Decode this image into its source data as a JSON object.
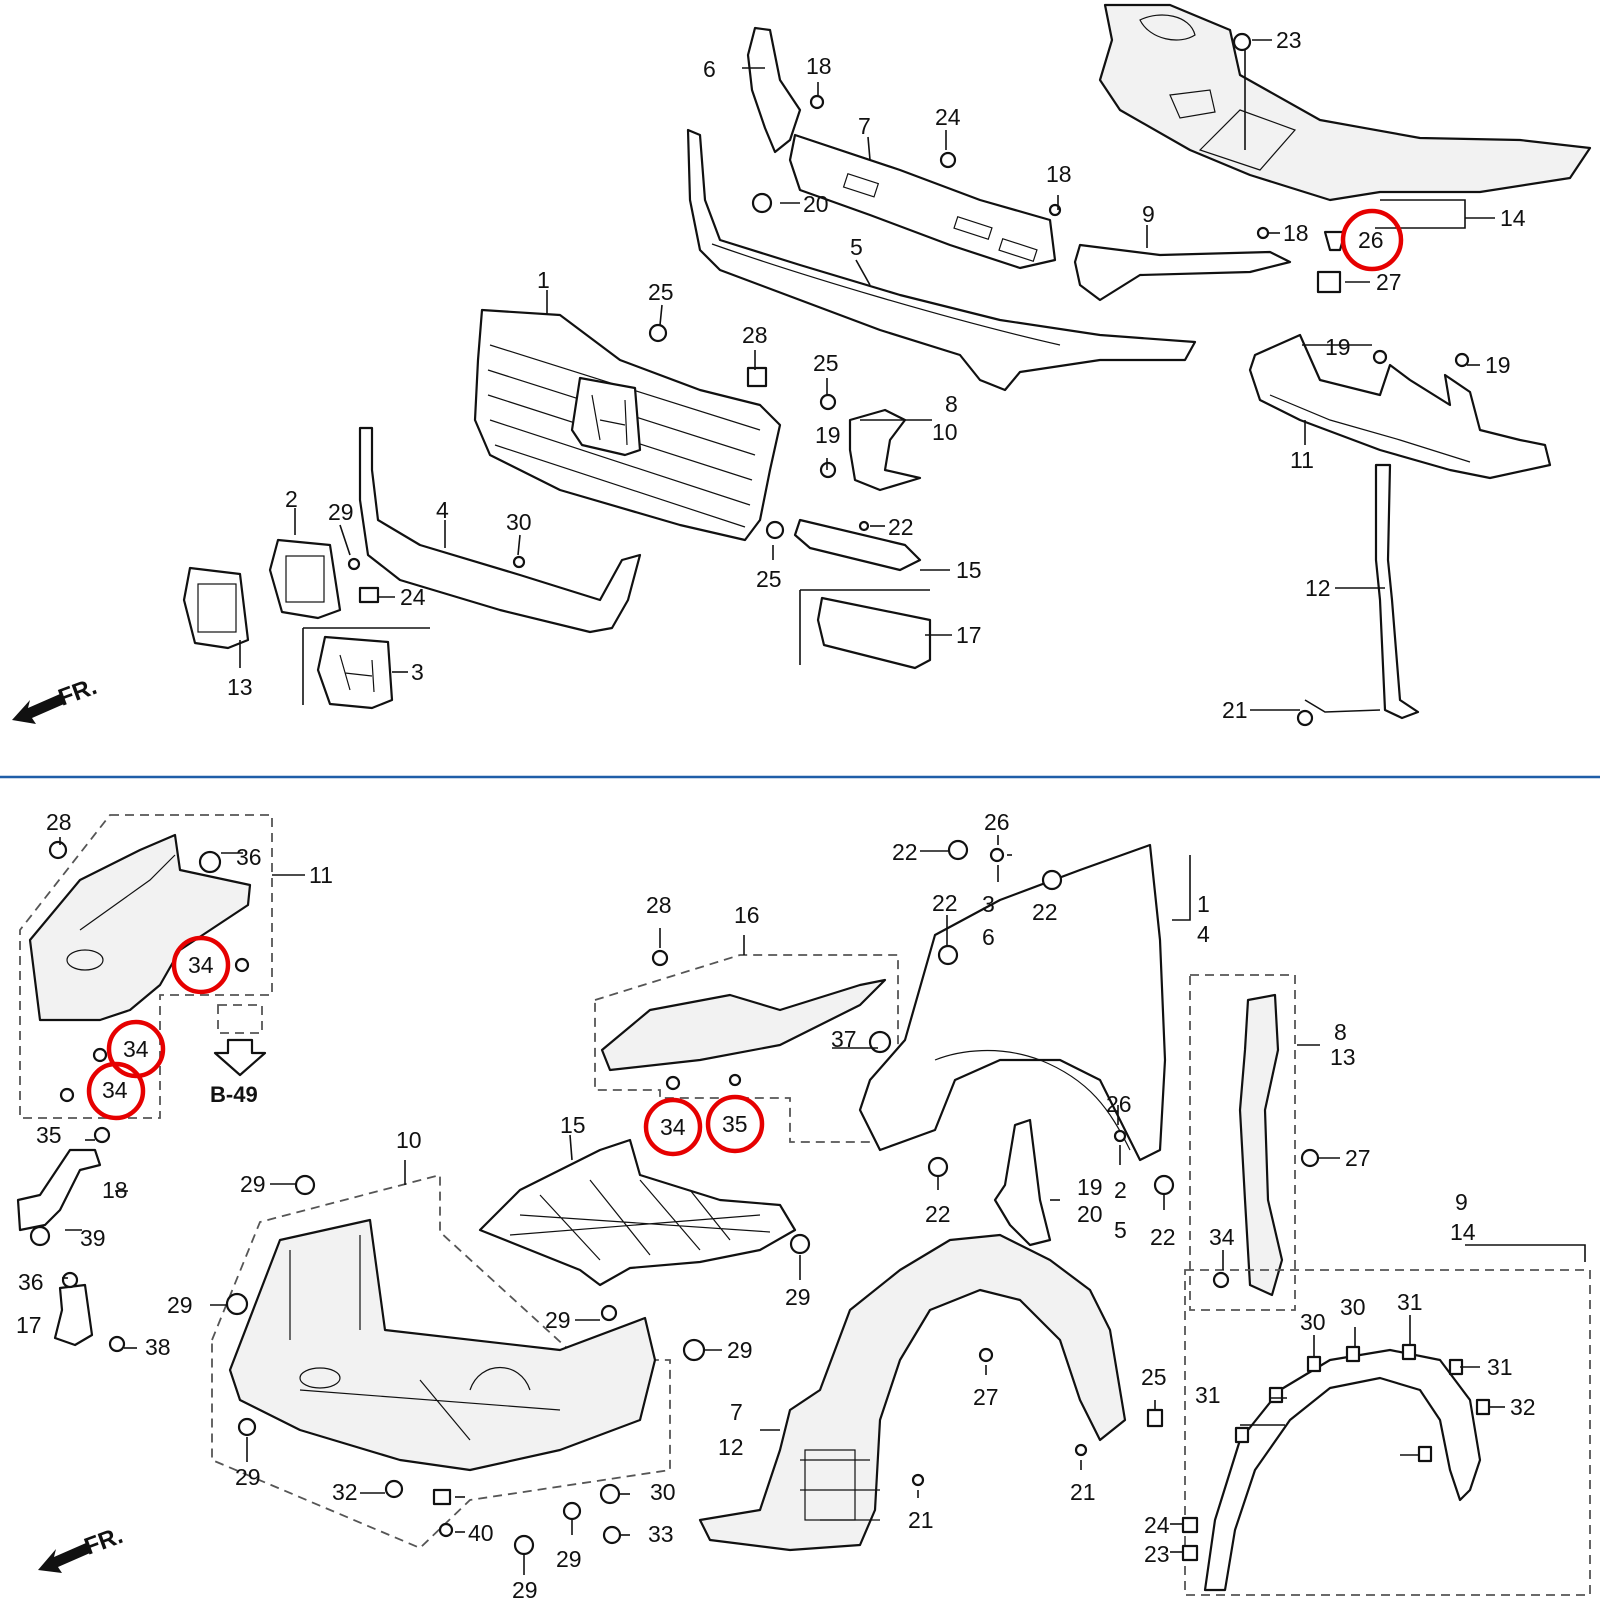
{
  "colors": {
    "highlight": "#e60000",
    "divider": "#1f5ea8",
    "line": "#111111"
  },
  "top_panel": {
    "direction_label": "FR.",
    "callouts": [
      "1",
      "2",
      "3",
      "4",
      "5",
      "6",
      "7",
      "8",
      "9",
      "10",
      "11",
      "12",
      "13",
      "14",
      "15",
      "17",
      "18",
      "18",
      "18",
      "19",
      "19",
      "19",
      "20",
      "21",
      "22",
      "23",
      "24",
      "24",
      "25",
      "25",
      "25",
      "26",
      "27",
      "28",
      "29",
      "30"
    ]
  },
  "bottom_panel": {
    "direction_label": "FR.",
    "reference_label": "B-49",
    "callouts": [
      "1",
      "4",
      "2",
      "5",
      "3",
      "6",
      "7",
      "12",
      "8",
      "13",
      "9",
      "14",
      "10",
      "11",
      "15",
      "16",
      "17",
      "18",
      "19",
      "20",
      "21",
      "21",
      "22",
      "22",
      "22",
      "22",
      "22",
      "23",
      "24",
      "25",
      "26",
      "26",
      "27",
      "27",
      "28",
      "28",
      "29",
      "29",
      "29",
      "29",
      "29",
      "29",
      "29",
      "29",
      "30",
      "30",
      "30",
      "31",
      "31",
      "31",
      "32",
      "32",
      "33",
      "34",
      "34",
      "34",
      "34",
      "34",
      "35",
      "35",
      "36",
      "36",
      "37",
      "38",
      "39",
      "40"
    ]
  },
  "highlighted_callouts": [
    "26",
    "34",
    "34",
    "34",
    "34",
    "34"
  ]
}
